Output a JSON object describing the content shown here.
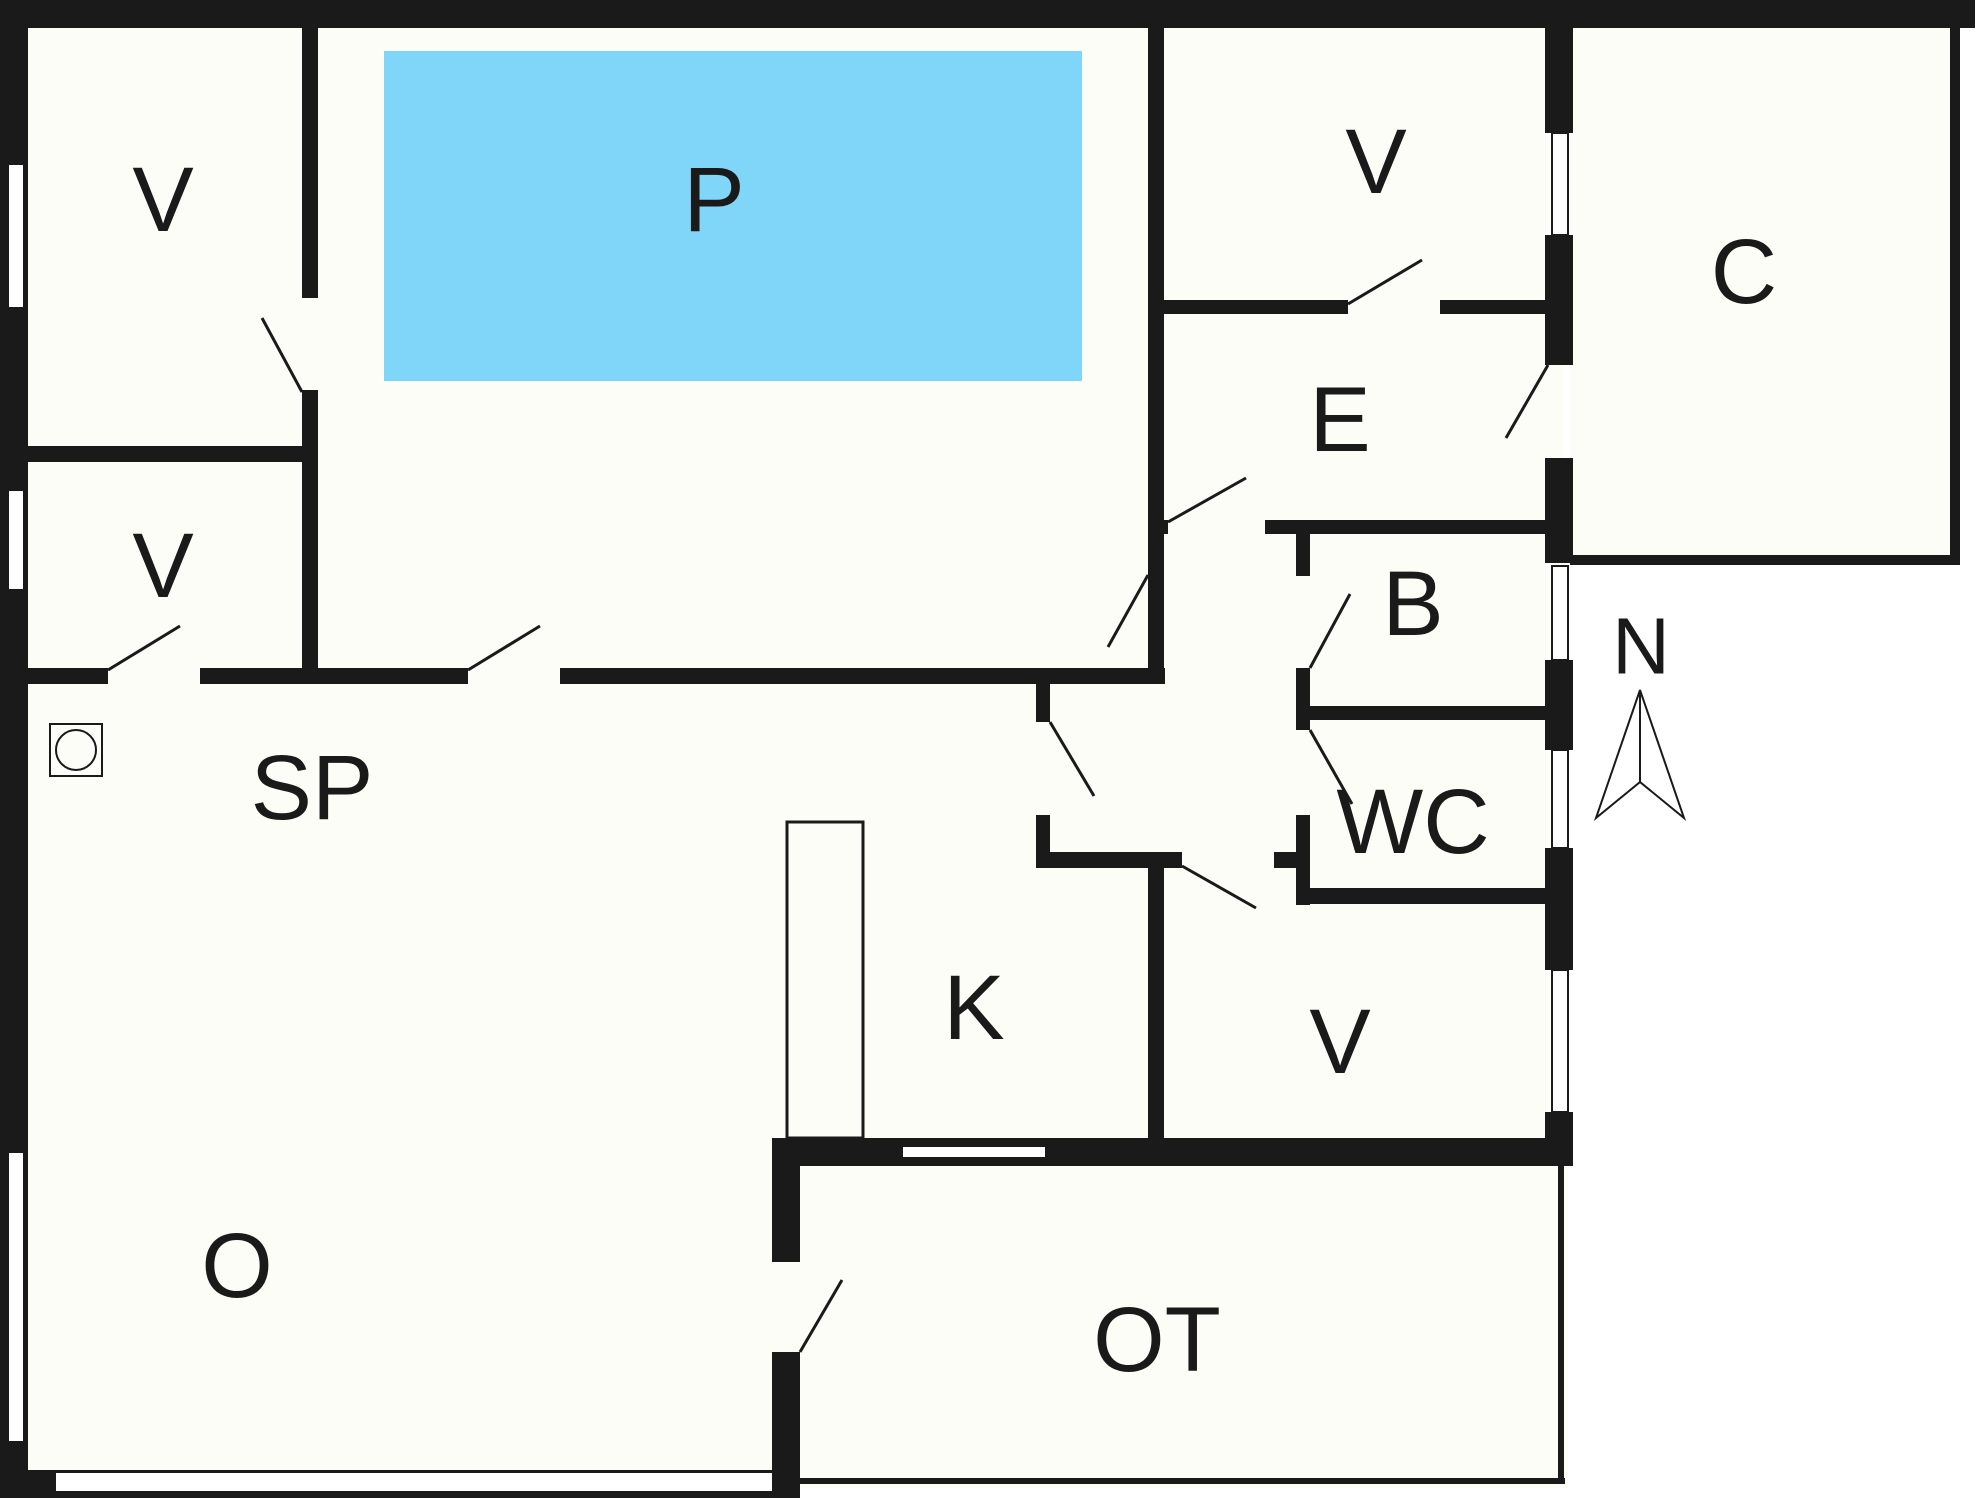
{
  "colors": {
    "floor": "#fdfdf8",
    "wall": "#1a1a1a",
    "pool": "#80d6f9",
    "window": "#ffffff"
  },
  "rooms": {
    "bedroom_top_left": "V",
    "pool": "P",
    "bedroom_top_right": "V",
    "carport": "C",
    "bedroom_mid_left": "V",
    "entrance": "E",
    "bathroom": "B",
    "spa": "SP",
    "toilet": "WC",
    "kitchen": "K",
    "bedroom_bottom_right": "V",
    "living": "O",
    "covered_terrace": "OT"
  },
  "compass": {
    "label": "N",
    "icon": "north-arrow-icon"
  },
  "fixtures": {
    "spa_tub_icon": "circle-tub-icon"
  }
}
